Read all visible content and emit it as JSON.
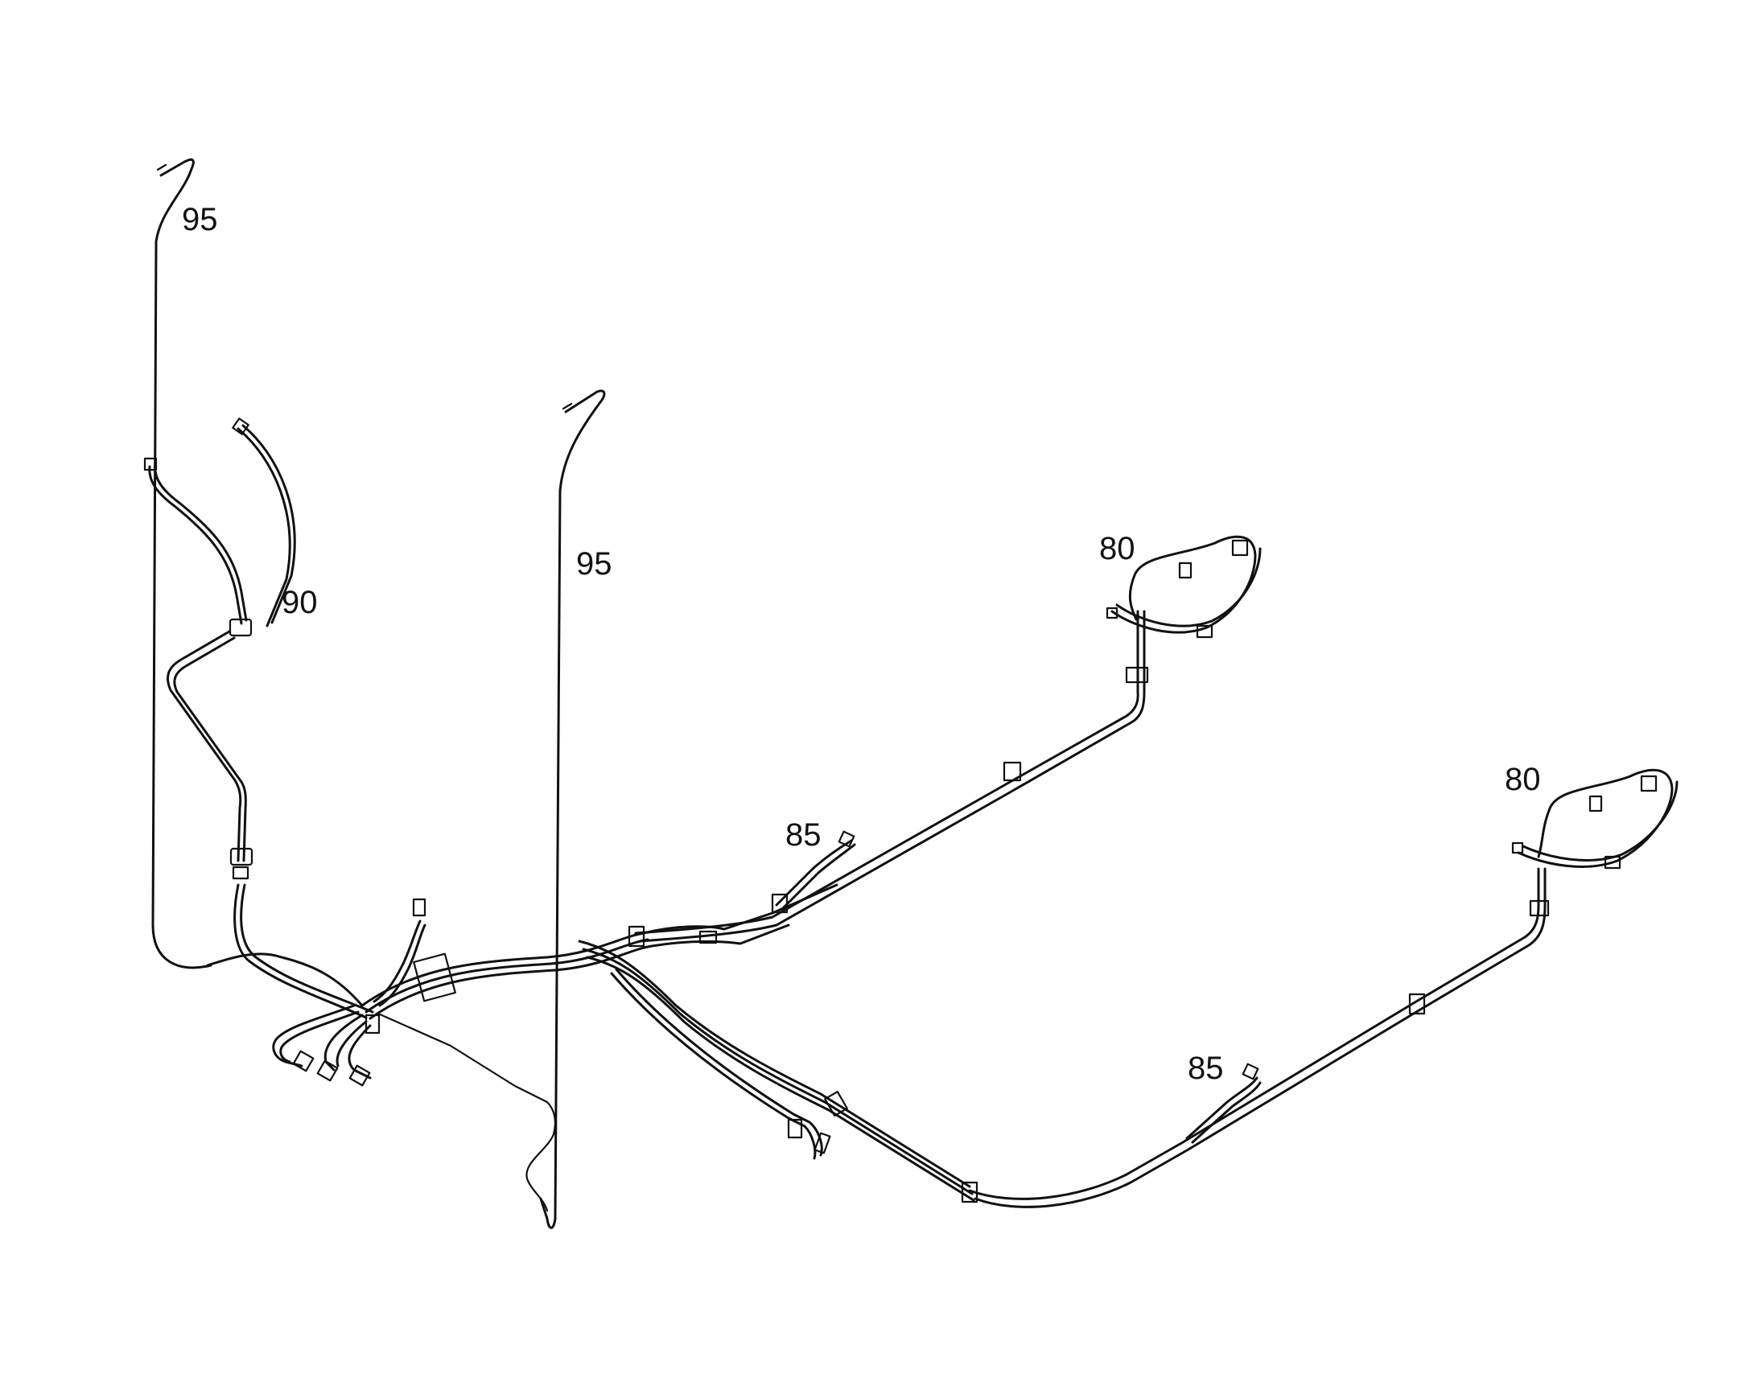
{
  "diagram": {
    "background": "#ffffff",
    "stroke_color": "#111111",
    "callouts": [
      {
        "id": "callout-95-left",
        "text": "95"
      },
      {
        "id": "callout-95-center",
        "text": "95"
      },
      {
        "id": "callout-90",
        "text": "90"
      },
      {
        "id": "callout-80-upper",
        "text": "80"
      },
      {
        "id": "callout-80-lower",
        "text": "80"
      },
      {
        "id": "callout-85-upper",
        "text": "85"
      },
      {
        "id": "callout-85-lower",
        "text": "85"
      }
    ]
  }
}
